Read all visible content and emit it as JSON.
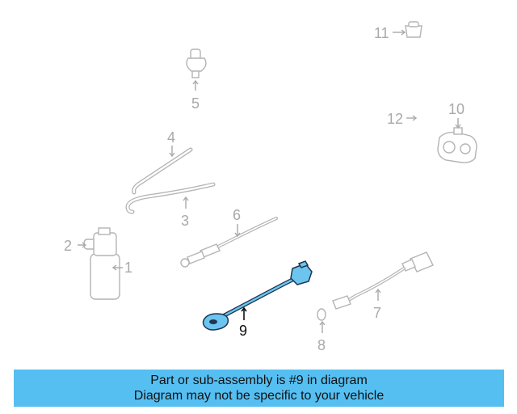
{
  "diagram": {
    "highlight_color": "#55bff2",
    "callouts": {
      "c1": "1",
      "c2": "2",
      "c3": "3",
      "c4": "4",
      "c5": "5",
      "c6": "6",
      "c7": "7",
      "c8": "8",
      "c9": "9",
      "c10": "10",
      "c11": "11",
      "c12": "12"
    },
    "highlighted_part": "9"
  },
  "banner": {
    "line1": "Part or sub-assembly is #9 in diagram",
    "line2": "Diagram may not be specific to your vehicle"
  }
}
